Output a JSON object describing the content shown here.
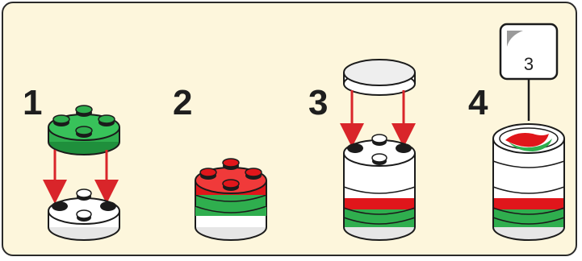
{
  "steps": [
    {
      "number": "1"
    },
    {
      "number": "2"
    },
    {
      "number": "3"
    },
    {
      "number": "4"
    }
  ],
  "sticker": {
    "label": "3"
  },
  "colors": {
    "background": "#fdf6dc",
    "green": "#2fae4e",
    "red": "#e0161b",
    "white": "#ffffff",
    "black": "#1b1b1b",
    "arrow": "#d9252a"
  }
}
